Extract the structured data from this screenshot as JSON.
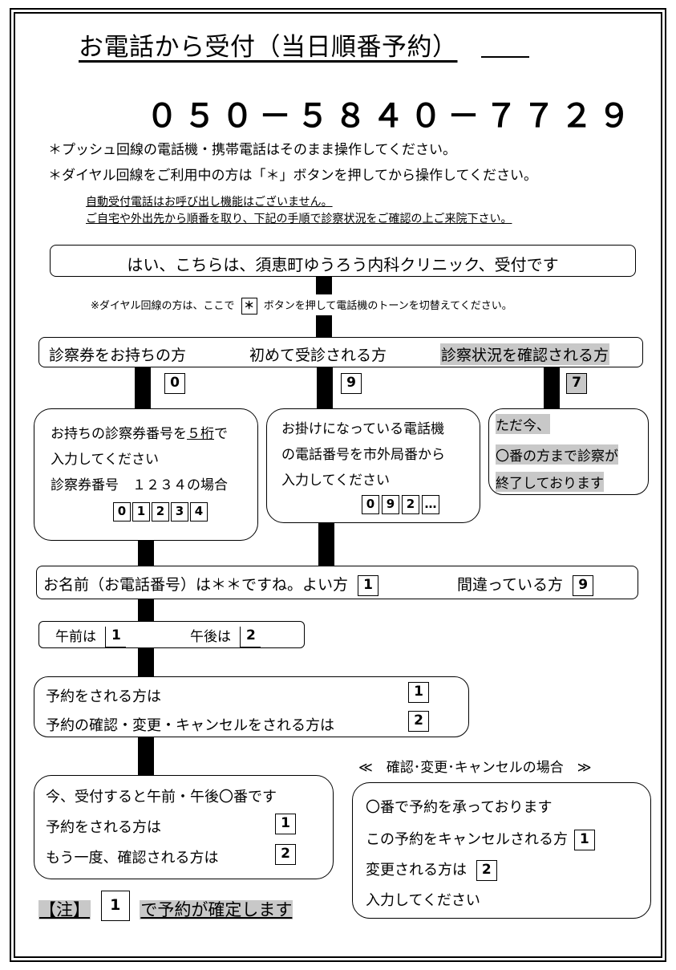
{
  "title": "お電話から受付（当日順番予約）",
  "phone": "０５０－５８４０－７７２９",
  "notes": [
    "＊プッシュ回線の電話機・携帯電話はそのまま操作してください。",
    "＊ダイヤル回線をご利用中の方は「＊」ボタンを押してから操作してください。"
  ],
  "sub_notes": [
    "自動受付電話はお呼び出し機能はございません。",
    "ご自宅や外出先から順番を取り、下記の手順で診察状況をご確認の上ご来院下さい。"
  ],
  "greeting": "はい、こちらは、須恵町ゆうろう内科クリニック、受付です",
  "dial_note": {
    "before": "※ダイヤル回線の方は、ここで",
    "key": "＊",
    "after": "ボタンを押して電話機のトーンを切替えてください。"
  },
  "options": {
    "card": "診察券をお持ちの方",
    "first": "初めて受診される方",
    "status": "診察状況を確認される方"
  },
  "option_keys": {
    "card": "0",
    "first": "9",
    "status": "7"
  },
  "card_box": {
    "line1_pre": "お持ちの診察券番号を",
    "line1_u": "５桁",
    "line1_post": "で",
    "line2": "入力してください",
    "line3": "診察券番号　１２３４の場合",
    "keys": [
      "0",
      "1",
      "2",
      "3",
      "4"
    ]
  },
  "first_box": {
    "line1": "お掛けになっている電話機",
    "line2": "の電話番号を市外局番から",
    "line3": "入力してください",
    "keys": [
      "0",
      "9",
      "2",
      "…"
    ]
  },
  "status_box": {
    "line1": "ただ今、",
    "line2": "〇番の方まで診察が",
    "line3": "終了しております"
  },
  "confirm": {
    "text": "お名前（お電話番号）は＊＊ですね。よい方",
    "ok_key": "1",
    "wrong": "間違っている方",
    "wrong_key": "9"
  },
  "ampm": {
    "am": "午前は",
    "am_key": "1",
    "pm": "午後は",
    "pm_key": "2"
  },
  "reserve": {
    "line1": "予約をされる方は",
    "key1": "1",
    "line2": "予約の確認・変更・キャンセルをされる方は",
    "key2": "2"
  },
  "accept": {
    "line1": "今、受付すると午前・午後〇番です",
    "line2": "予約をされる方は",
    "key1": "1",
    "line3": "もう一度、確認される方は",
    "key2": "2"
  },
  "change_header": "≪　確認･変更･キャンセルの場合　≫",
  "change": {
    "line1": "〇番で予約を承っております",
    "line2": "この予約をキャンセルされる方",
    "key1": "1",
    "line3": "変更される方は",
    "key2": "2",
    "line4": "入力してください"
  },
  "footer": {
    "pre": "【注】",
    "key": "1",
    "post": "で予約が確定します"
  }
}
